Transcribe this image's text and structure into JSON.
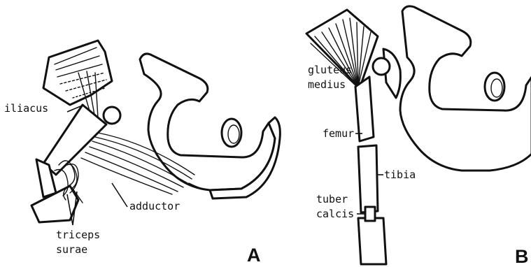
{
  "panels": {
    "a": {
      "letter": "A",
      "labels": {
        "iliacus": "iliacus",
        "adductor": "adductor",
        "triceps_line1": "triceps",
        "triceps_line2": "surae"
      }
    },
    "b": {
      "letter": "B",
      "labels": {
        "gluteus_line1": "gluteus",
        "gluteus_line2": "medius",
        "femur": "femur",
        "tibia": "tibia",
        "tuber_line1": "tuber",
        "tuber_line2": "calcis"
      }
    }
  },
  "colors": {
    "ink": "#111111",
    "background": "#ffffff"
  }
}
